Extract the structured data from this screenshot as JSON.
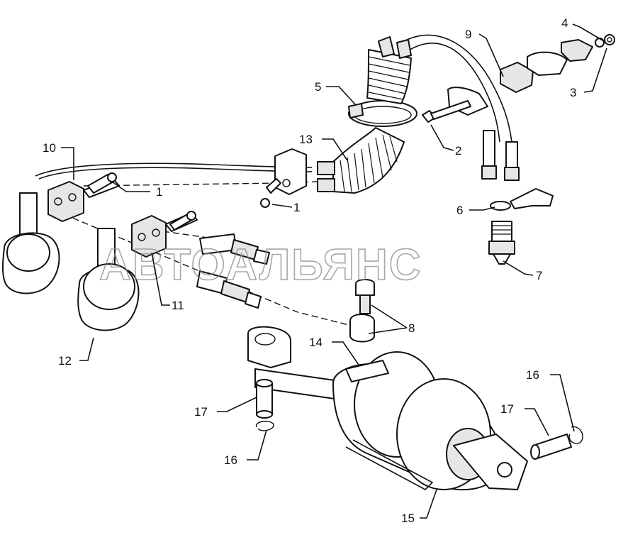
{
  "watermark": "АВТОАЛЬЯНС",
  "callouts": [
    {
      "id": "c1a",
      "label": "1"
    },
    {
      "id": "c1b",
      "label": "1"
    },
    {
      "id": "c2",
      "label": "2"
    },
    {
      "id": "c3",
      "label": "3"
    },
    {
      "id": "c4",
      "label": "4"
    },
    {
      "id": "c5",
      "label": "5"
    },
    {
      "id": "c6",
      "label": "6"
    },
    {
      "id": "c7",
      "label": "7"
    },
    {
      "id": "c8",
      "label": "8"
    },
    {
      "id": "c9",
      "label": "9"
    },
    {
      "id": "c10",
      "label": "10"
    },
    {
      "id": "c11",
      "label": "11"
    },
    {
      "id": "c12",
      "label": "12"
    },
    {
      "id": "c13",
      "label": "13"
    },
    {
      "id": "c14",
      "label": "14"
    },
    {
      "id": "c15",
      "label": "15"
    },
    {
      "id": "c16a",
      "label": "16"
    },
    {
      "id": "c16b",
      "label": "16"
    },
    {
      "id": "c17a",
      "label": "17"
    },
    {
      "id": "c17b",
      "label": "17"
    }
  ]
}
